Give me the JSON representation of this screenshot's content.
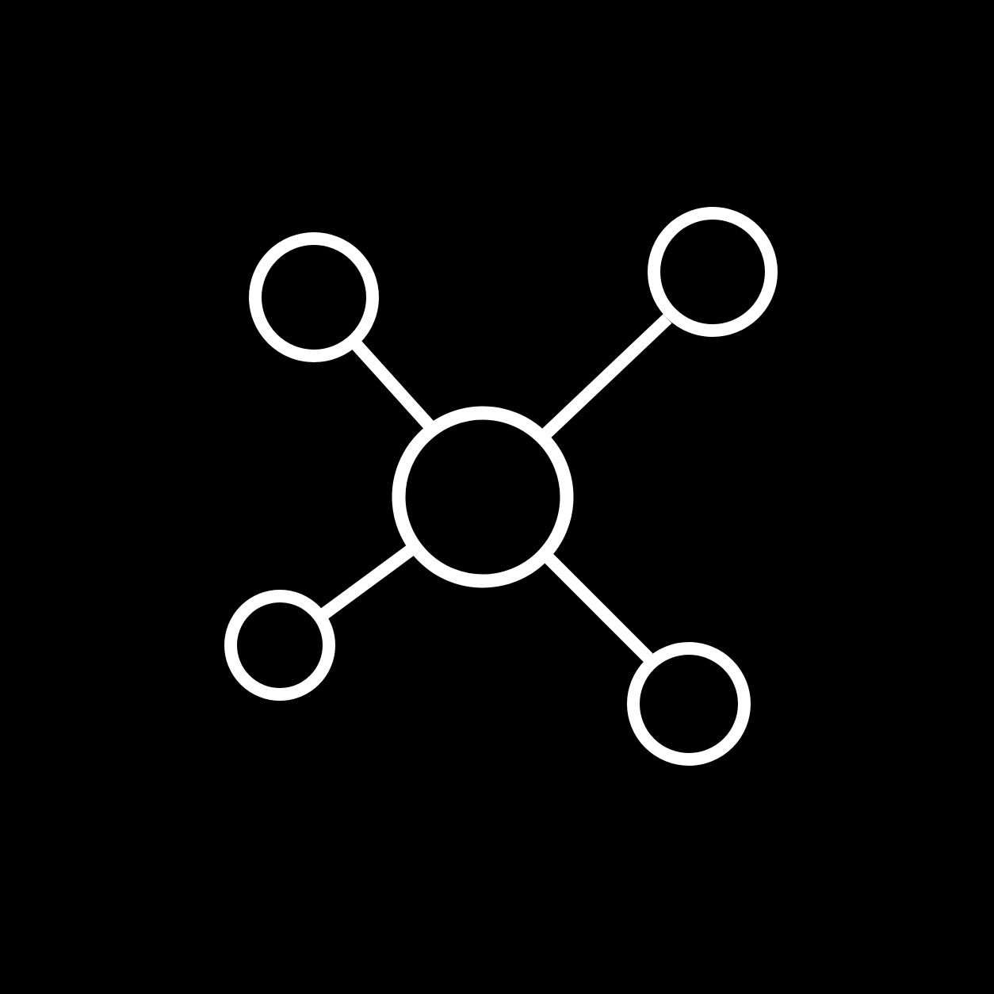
{
  "icon": {
    "name": "network-hub-icon",
    "description_visible_text": "",
    "colors": {
      "background": "#000000",
      "stroke": "#FFFFFF"
    },
    "nodes": [
      {
        "name": "hub-node"
      },
      {
        "name": "top-left-node"
      },
      {
        "name": "top-right-node"
      },
      {
        "name": "bottom-left-node"
      },
      {
        "name": "bottom-right-node"
      }
    ],
    "connections": [
      {
        "from": "hub-node",
        "to": "top-left-node"
      },
      {
        "from": "hub-node",
        "to": "top-right-node"
      },
      {
        "from": "hub-node",
        "to": "bottom-left-node"
      },
      {
        "from": "hub-node",
        "to": "bottom-right-node"
      }
    ]
  }
}
